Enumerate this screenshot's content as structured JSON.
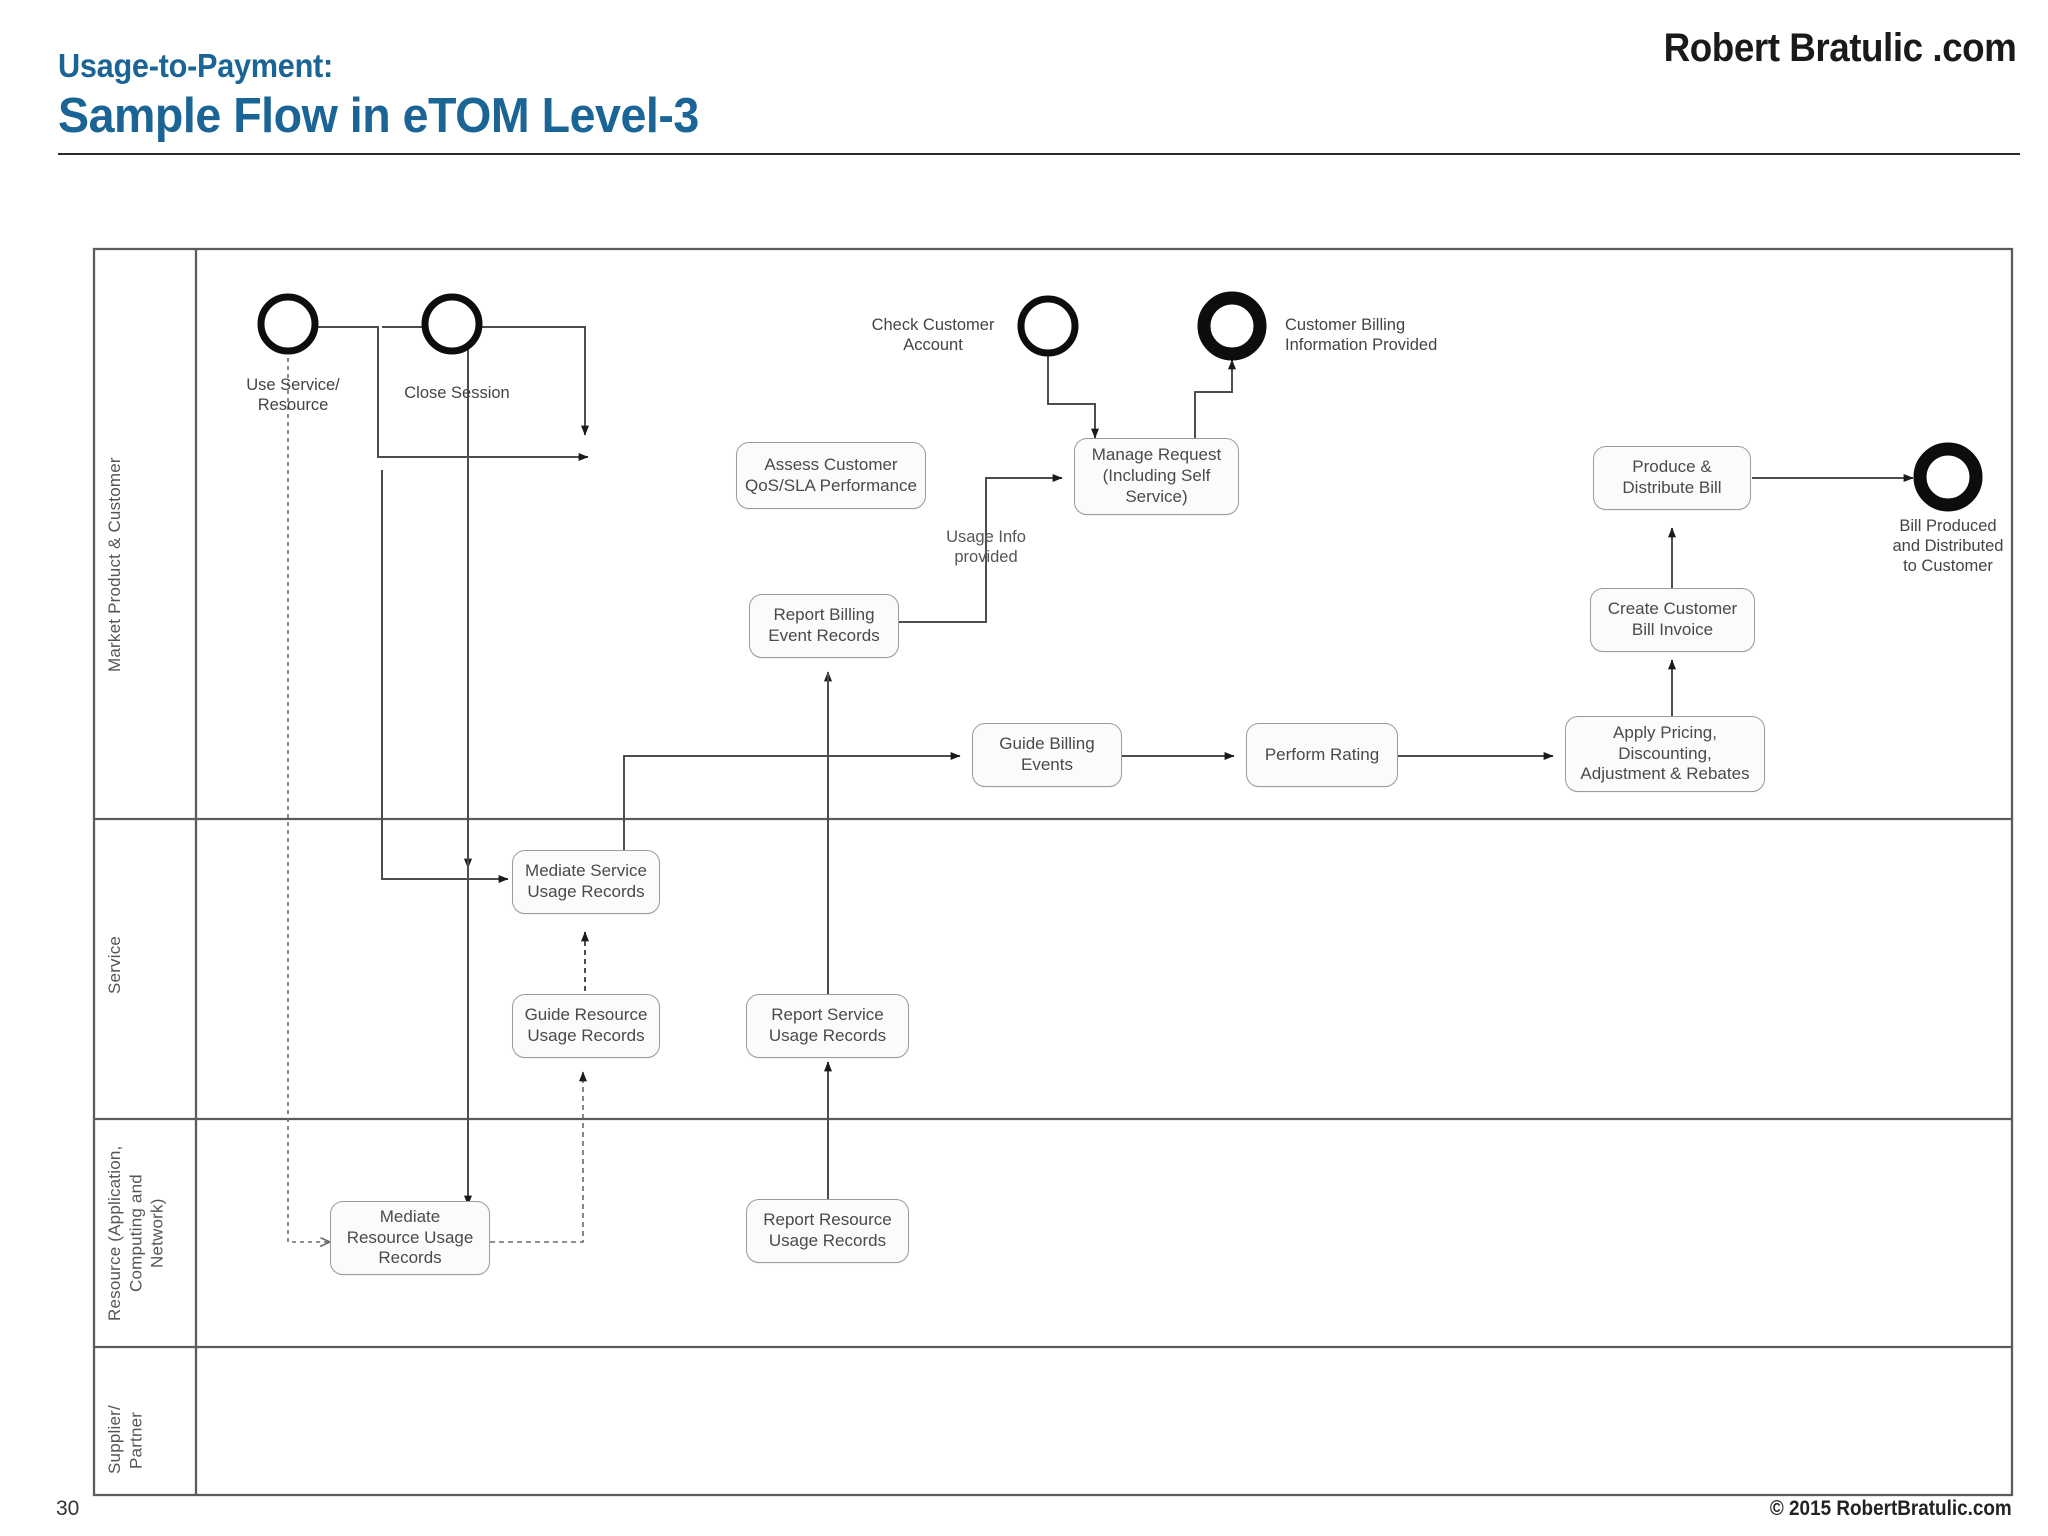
{
  "header": {
    "kicker": "Usage-to-Payment:",
    "title": "Sample Flow in eTOM Level-3",
    "brand": "Robert Bratulic .com",
    "accent_color": "#1a6496"
  },
  "footer": {
    "slide_number": "30",
    "copyright": "© 2015 RobertBratulic.com"
  },
  "diagram": {
    "type": "bpmn-swimlane-flow",
    "lanes": [
      {
        "label": "Market Product & Customer"
      },
      {
        "label": "Service"
      },
      {
        "label": "Resource (Application,\nComputing and\nNetwork)"
      },
      {
        "label": "Supplier/\nPartner"
      }
    ],
    "events": [
      {
        "id": "ev-use-service",
        "kind": "start",
        "label": "Use Service/\nResource"
      },
      {
        "id": "ev-close-session",
        "kind": "start",
        "label": "Close Session"
      },
      {
        "id": "ev-check-account",
        "kind": "intermediate",
        "label": "Check Customer\nAccount"
      },
      {
        "id": "ev-cust-billing",
        "kind": "end",
        "label": "Customer Billing\nInformation Provided"
      },
      {
        "id": "ev-bill-produced",
        "kind": "end",
        "label": "Bill Produced\nand Distributed\nto Customer"
      }
    ],
    "tasks": [
      {
        "id": "t-assess",
        "lane": 0,
        "label": "Assess Customer\nQoS/SLA Performance"
      },
      {
        "id": "t-manage-request",
        "lane": 0,
        "label": "Manage Request\n(Including Self\nService)"
      },
      {
        "id": "t-report-billing",
        "lane": 0,
        "label": "Report Billing\nEvent Records"
      },
      {
        "id": "t-guide-billing",
        "lane": 0,
        "label": "Guide Billing\nEvents"
      },
      {
        "id": "t-perform-rating",
        "lane": 0,
        "label": "Perform Rating"
      },
      {
        "id": "t-apply-pricing",
        "lane": 0,
        "label": "Apply Pricing,\nDiscounting,\nAdjustment & Rebates"
      },
      {
        "id": "t-create-invoice",
        "lane": 0,
        "label": "Create Customer\nBill Invoice"
      },
      {
        "id": "t-produce-bill",
        "lane": 0,
        "label": "Produce &\nDistribute Bill"
      },
      {
        "id": "t-mediate-service",
        "lane": 1,
        "label": "Mediate Service\nUsage Records"
      },
      {
        "id": "t-guide-resource",
        "lane": 1,
        "label": "Guide Resource\nUsage Records"
      },
      {
        "id": "t-report-service",
        "lane": 1,
        "label": "Report Service\nUsage Records"
      },
      {
        "id": "t-mediate-resource",
        "lane": 2,
        "label": "Mediate\nResource Usage\nRecords"
      },
      {
        "id": "t-report-resource",
        "lane": 2,
        "label": "Report Resource\nUsage Records"
      }
    ],
    "flow_labels": [
      {
        "id": "fl-usage-info",
        "label": "Usage Info\nprovided"
      }
    ]
  }
}
